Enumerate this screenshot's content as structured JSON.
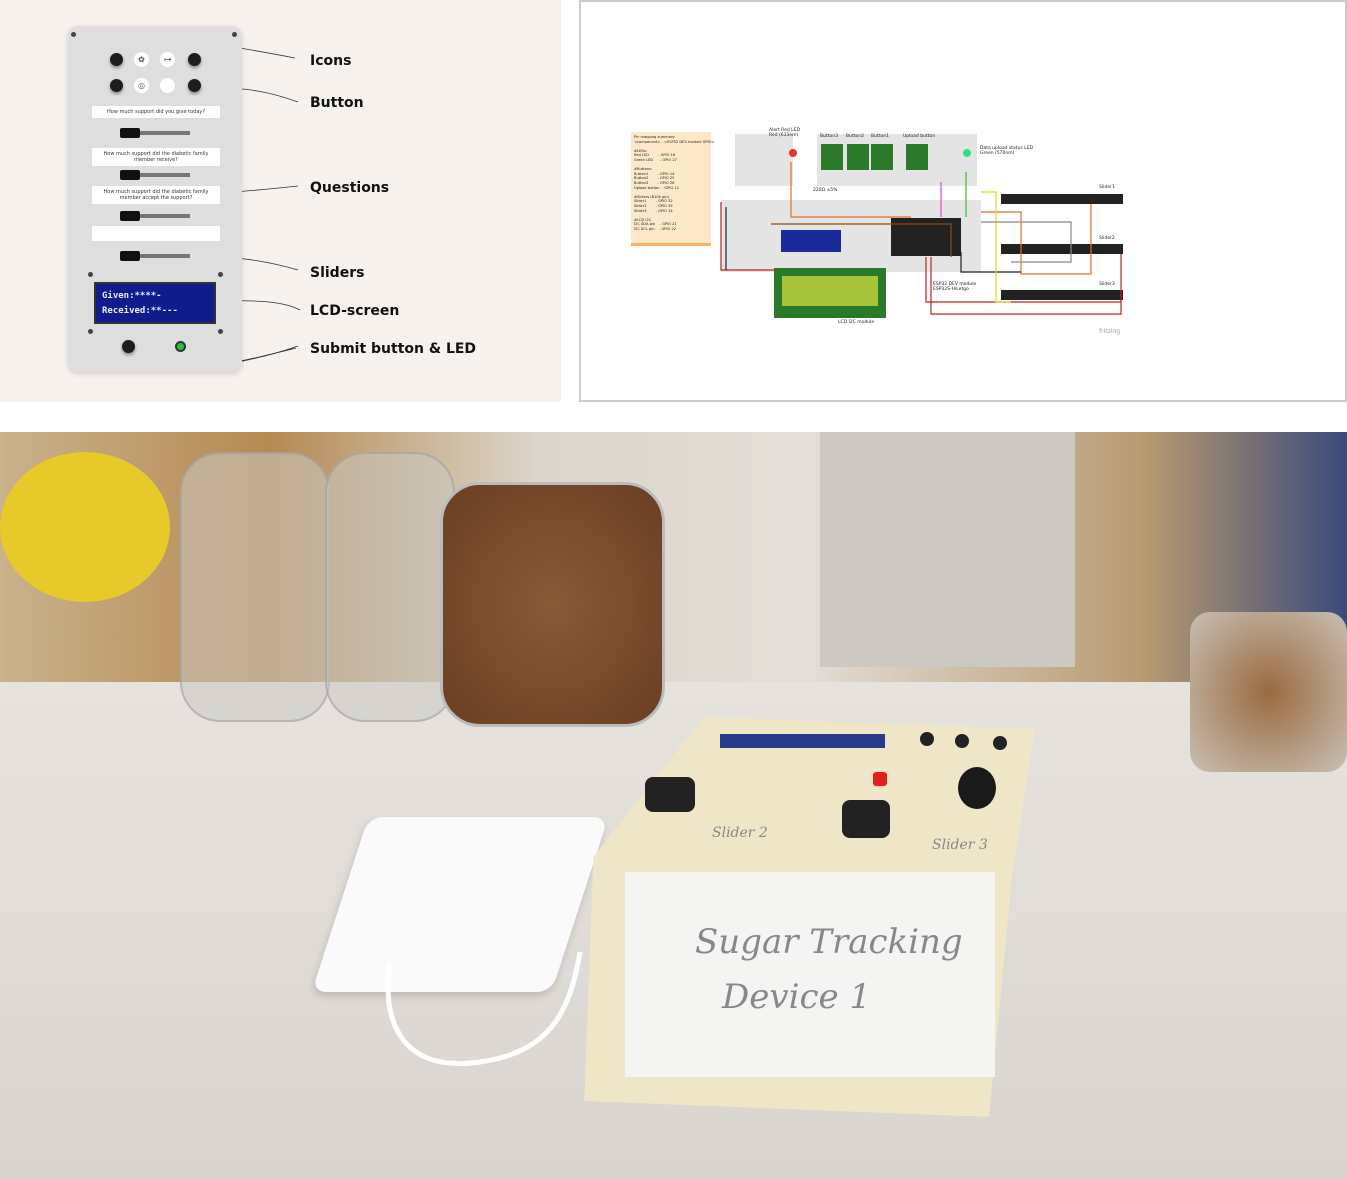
{
  "design": {
    "questions": [
      "How much support did you give today?",
      "How much support did the diabetic family member receive?",
      "How much support did the diabetic family member accept the support?",
      ""
    ],
    "lcd": {
      "line1": "Given:****-",
      "line2": "Received:**---"
    },
    "labels": {
      "icons": "Icons",
      "button": "Button",
      "questions": "Questions",
      "sliders": "Sliders",
      "lcd": "LCD-screen",
      "submit": "Submit button & LED"
    }
  },
  "schematic": {
    "pin_mapping": "Pin mapping summary:\n<component> - <ESP32 DEV module GPIO>\n\n#LEDs:\nRed LED        - GPIO 16\nGreen LED      - GPIO 27\n\n#Buttons:\nButton1        - GPIO 14\nButton2        - GPIO 25\nButton3        - GPIO 26\nUpload button  - GPIO 12\n\n#Sliders (B10k pin)\nSlider1        - GPIO 32\nSlider2        - GPIO 35\nSlider3        - GPIO 34\n\n#LCD I2C\nI2C SDA pin    - GPIO 21\nI2C SCL pin    - GPIO 22",
    "red_led": "Alert Red LED\nRed (633nm)",
    "buttons": [
      "Button3",
      "Button2",
      "Button1"
    ],
    "upload_button": "Upload button",
    "green_led": "Data upload status LED\nGreen (570nm)",
    "sliders": [
      "Slider1",
      "Slider2",
      "Slider3"
    ],
    "esp32": "ESP32 DEV module\nESP32S-HiLetgo",
    "lcd_module": "LCD I2C module",
    "resistor": "220Ω ±5%",
    "watermark": "fritzing"
  },
  "photo": {
    "box_label_line1": "Sugar Tracking",
    "box_label_line2": "Device 1",
    "slider2": "Slider 2",
    "slider3": "Slider 3",
    "colors": {
      "led": "#e0201a",
      "box": "#efe6c8"
    }
  }
}
